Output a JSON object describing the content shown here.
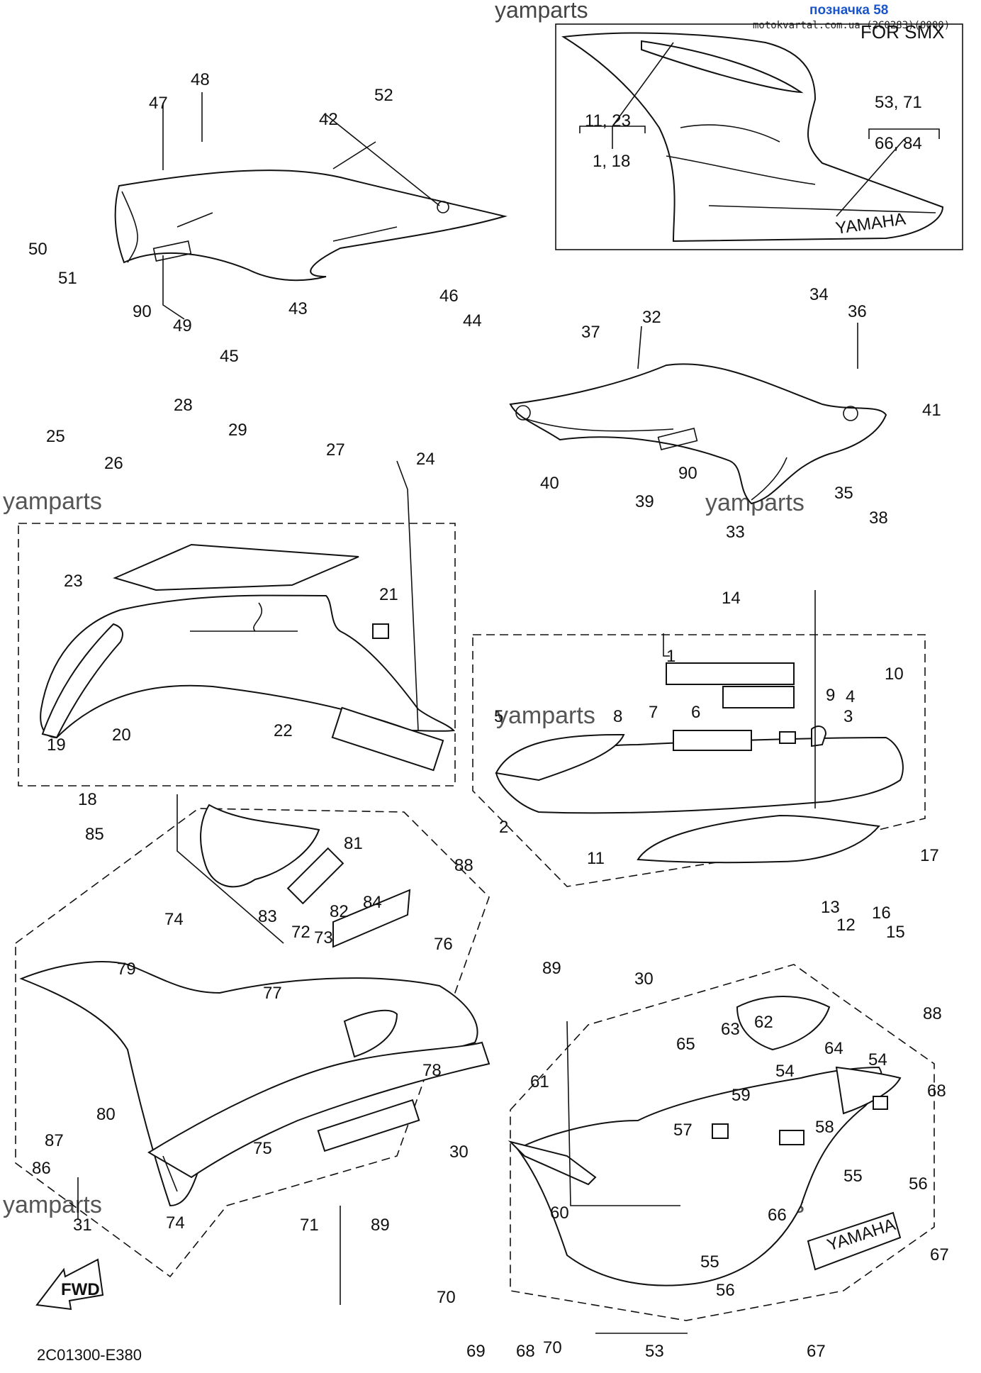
{
  "header": {
    "watermark": "yamparts",
    "ref_label": "позначка 58",
    "site_code": "motokvartal.com.ua (2C0283)(0000)",
    "diagram_code": "2C01300-E380"
  },
  "inset": {
    "title": "FOR SMX",
    "callouts": [
      "11, 23",
      "1, 18",
      "53, 71",
      "66, 84"
    ],
    "badge": "YAMAHA"
  },
  "watermarks": [
    "yamparts",
    "yamparts",
    "yamparts",
    "yamparts",
    "yamparts"
  ],
  "fwd_label": "FWD",
  "badge_text": "YAMAHA",
  "callouts": [
    "1",
    "2",
    "3",
    "4",
    "5",
    "6",
    "7",
    "8",
    "9",
    "10",
    "11",
    "12",
    "13",
    "14",
    "15",
    "16",
    "17",
    "18",
    "19",
    "20",
    "21",
    "22",
    "23",
    "24",
    "25",
    "26",
    "27",
    "28",
    "29",
    "30",
    "30",
    "31",
    "32",
    "33",
    "34",
    "35",
    "36",
    "37",
    "38",
    "39",
    "40",
    "41",
    "42",
    "43",
    "44",
    "45",
    "46",
    "47",
    "48",
    "49",
    "50",
    "51",
    "52",
    "53",
    "54",
    "54",
    "55",
    "55",
    "56",
    "56",
    "57",
    "58",
    "59",
    "60",
    "61",
    "62",
    "63",
    "64",
    "65",
    "66",
    "67",
    "67",
    "68",
    "68",
    "69",
    "70",
    "70",
    "71",
    "72",
    "73",
    "74",
    "74",
    "75",
    "76",
    "77",
    "78",
    "79",
    "80",
    "81",
    "82",
    "83",
    "84",
    "85",
    "86",
    "87",
    "88",
    "88",
    "89",
    "89",
    "90",
    "90"
  ]
}
